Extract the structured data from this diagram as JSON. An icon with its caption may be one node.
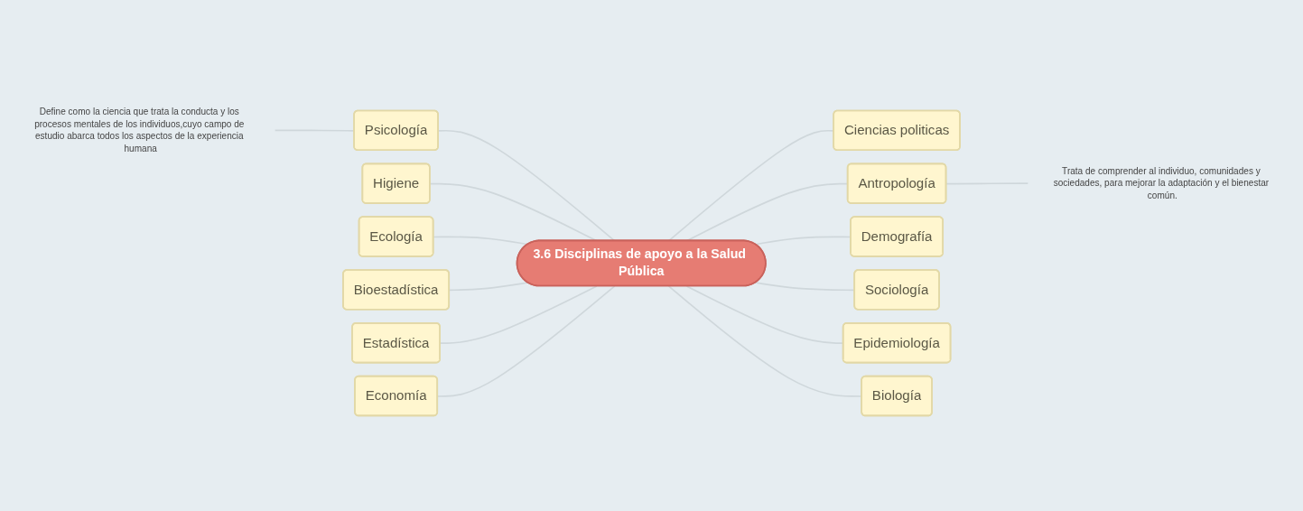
{
  "diagram": {
    "nodes": [
      {
        "text": [
          "3.6 Disciplinas de apoyo a la Salud Pública"
        ]
      },
      {
        "text": [
          "Psicología"
        ]
      },
      {
        "text": [
          "Define como la ciencia que trata la conducta y los procesos mentales de los individuos,cuyo campo de estudio abarca todos los aspectos de la experiencia humana"
        ]
      },
      {
        "text": [
          "Higiene"
        ]
      },
      {
        "text": [
          "Ecología"
        ]
      },
      {
        "text": [
          "Bioestadística"
        ]
      },
      {
        "text": [
          "Estadística"
        ]
      },
      {
        "text": [
          "Economía"
        ]
      },
      {
        "text": [
          "Ciencias politicas"
        ]
      },
      {
        "text": [
          "Antropología"
        ]
      },
      {
        "text": [
          "Trata de comprender al individuo, comunidades y sociedades, para mejorar la adaptación y el bienestar común."
        ]
      },
      {
        "text": [
          "Demografía"
        ]
      },
      {
        "text": [
          "Sociología"
        ]
      },
      {
        "text": [
          "Epidemiología"
        ]
      },
      {
        "text": [
          "Biología"
        ]
      }
    ],
    "edges": [
      {
        "from": 2,
        "to": 1,
        "arrow": "none"
      },
      {
        "from": 1,
        "to": 0,
        "arrow": "none"
      },
      {
        "from": 3,
        "to": 0,
        "arrow": "none"
      },
      {
        "from": 4,
        "to": 0,
        "arrow": "none"
      },
      {
        "from": 5,
        "to": 0,
        "arrow": "none"
      },
      {
        "from": 6,
        "to": 0,
        "arrow": "none"
      },
      {
        "from": 7,
        "to": 0,
        "arrow": "none"
      },
      {
        "from": 0,
        "to": 8,
        "arrow": "none"
      },
      {
        "from": 0,
        "to": 9,
        "arrow": "none"
      },
      {
        "from": 9,
        "to": 10,
        "arrow": "none"
      },
      {
        "from": 0,
        "to": 11,
        "arrow": "none"
      },
      {
        "from": 0,
        "to": 12,
        "arrow": "none"
      },
      {
        "from": 0,
        "to": 13,
        "arrow": "none"
      },
      {
        "from": 0,
        "to": 14,
        "arrow": "none"
      }
    ]
  }
}
